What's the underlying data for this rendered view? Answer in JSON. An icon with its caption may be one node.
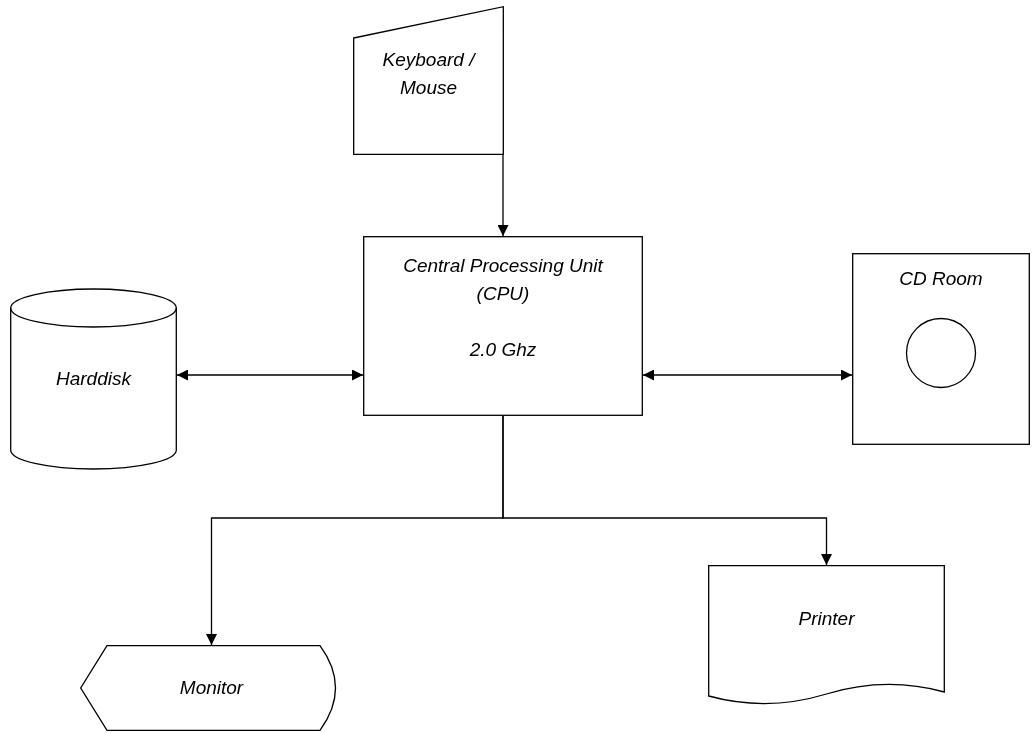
{
  "diagram": {
    "nodes": [
      {
        "text": [
          "Keyboard / Mouse"
        ]
      },
      {
        "text": [
          "Central Processing Unit (CPU)",
          "2.0 Ghz"
        ]
      },
      {
        "text": [
          "Harddisk"
        ]
      },
      {
        "text": [
          "CD Room"
        ]
      },
      {
        "text": [
          "Monitor"
        ]
      },
      {
        "text": [
          "Printer"
        ]
      }
    ],
    "edges": [
      {
        "from": 0,
        "to": 1,
        "arrow": "to"
      },
      {
        "from": 1,
        "to": 2,
        "arrow": "both"
      },
      {
        "from": 1,
        "to": 3,
        "arrow": "both"
      },
      {
        "from": 1,
        "to": 4,
        "arrow": "to"
      },
      {
        "from": 1,
        "to": 5,
        "arrow": "to"
      }
    ]
  }
}
